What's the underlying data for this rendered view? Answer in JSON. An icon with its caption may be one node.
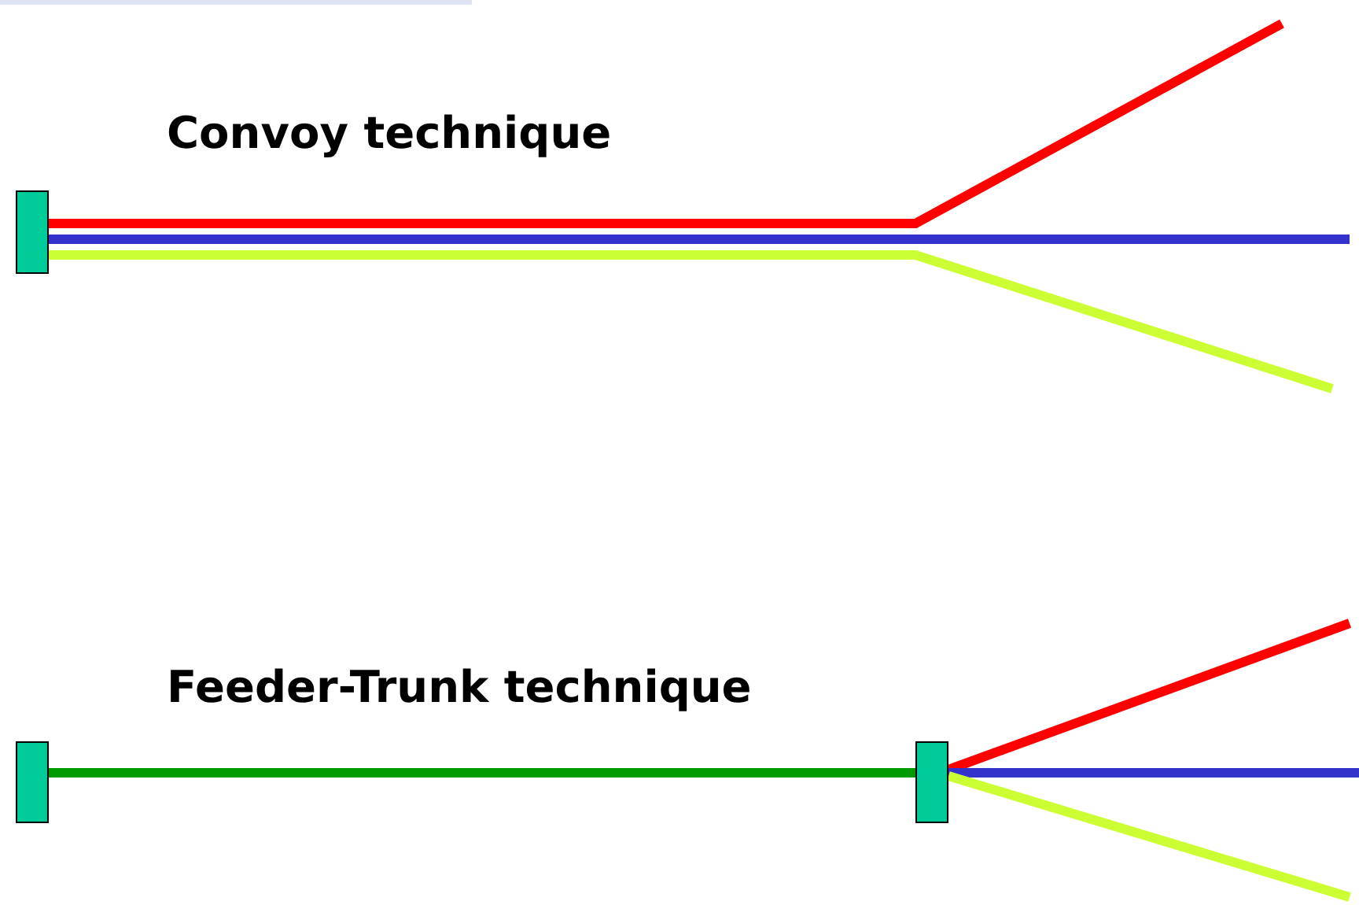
{
  "diagram": {
    "nodes": [
      {
        "text": [],
        "shape": "box"
      },
      {
        "text": [],
        "shape": "box"
      },
      {
        "text": [],
        "shape": "box"
      }
    ],
    "edges": [
      {
        "from": 0,
        "to": null,
        "arrow": "none",
        "color": "#ff0000"
      },
      {
        "from": 0,
        "to": null,
        "arrow": "none",
        "color": "#3333cc"
      },
      {
        "from": 0,
        "to": null,
        "arrow": "none",
        "color": "#ccff33"
      },
      {
        "from": 1,
        "to": 2,
        "arrow": "none",
        "color": "#009900"
      },
      {
        "from": 2,
        "to": null,
        "arrow": "none",
        "color": "#ff0000"
      },
      {
        "from": 2,
        "to": null,
        "arrow": "none",
        "color": "#3333cc"
      },
      {
        "from": 2,
        "to": null,
        "arrow": "none",
        "color": "#ccff33"
      }
    ],
    "labels": [
      "Convoy technique",
      "Feeder-Trunk technique"
    ]
  }
}
